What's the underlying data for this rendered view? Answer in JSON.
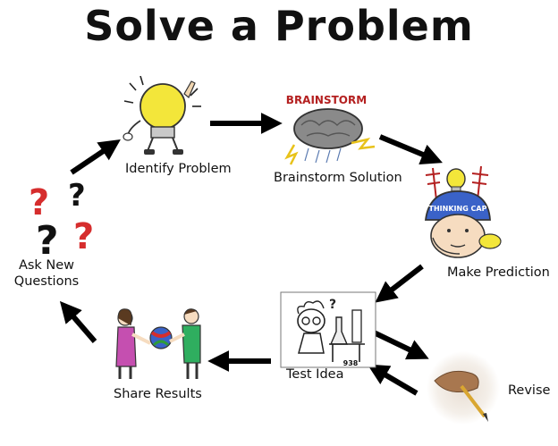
{
  "title": "Solve a Problem",
  "steps": {
    "identify": "Identify Problem",
    "brainstorm": "Brainstorm Solution",
    "predict": "Make Prediction",
    "test": "Test Idea",
    "revise": "Revise",
    "share": "Share Results",
    "ask_line1": "Ask New",
    "ask_line2": "Questions"
  },
  "icon_text": {
    "brainstorm_sign": "BRAINSTORM",
    "thinking_cap": "THINKING CAP",
    "test_number": "938",
    "question_mark": "?",
    "q1": "?",
    "q2": "?",
    "q3": "?",
    "q4": "?"
  },
  "icons": {
    "identify": "lightbulb-character-icon",
    "brainstorm": "storm-brain-icon",
    "predict": "thinking-cap-icon",
    "test": "scientist-lab-icon",
    "revise": "hand-pencil-icon",
    "share": "kids-sharing-ball-icon",
    "ask": "question-marks-icon"
  },
  "colors": {
    "arrow": "#000000",
    "bulb": "#f3e63a",
    "brain": "#8a8a8a",
    "red": "#d62d2d",
    "cap_blue": "#3a62c8"
  }
}
